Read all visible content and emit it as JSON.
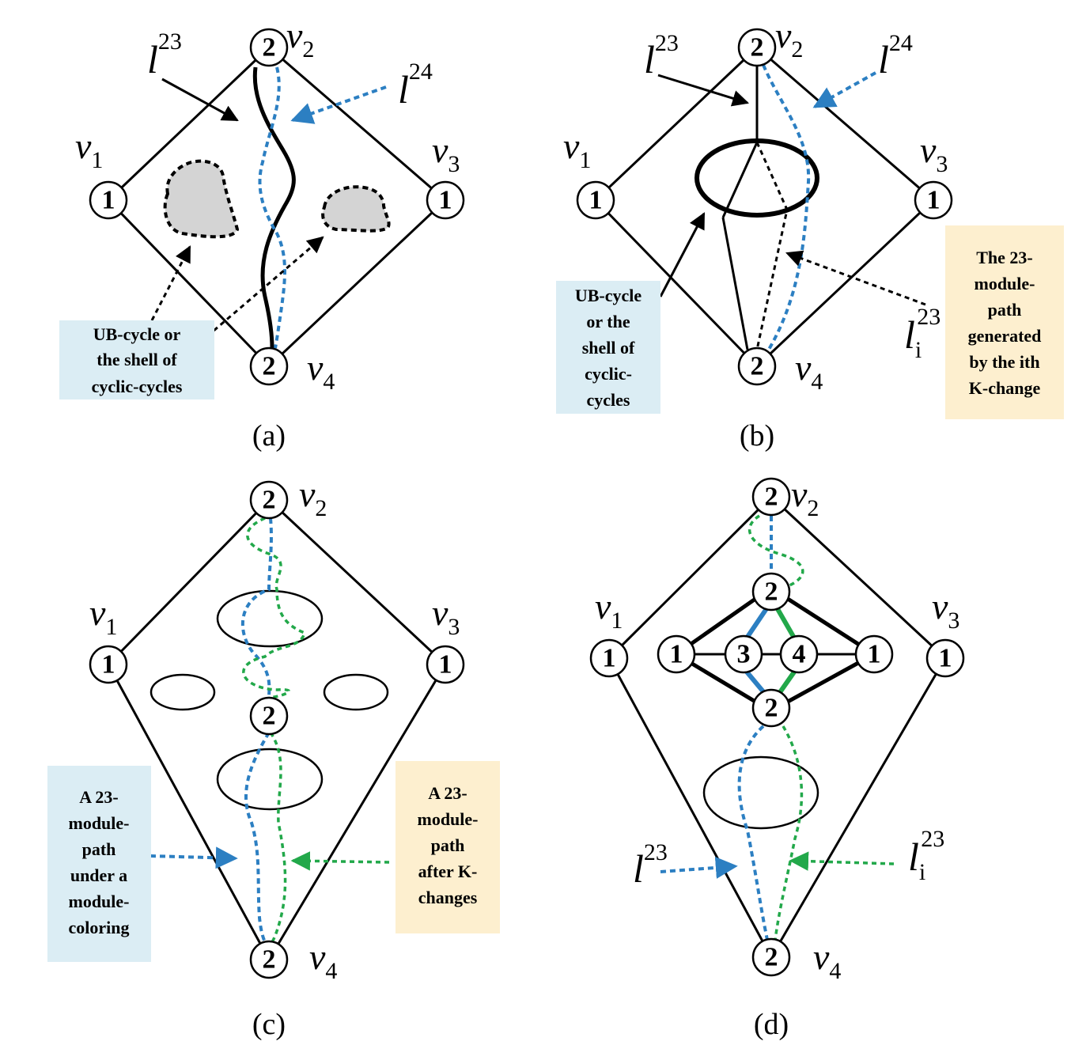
{
  "panels": {
    "a": {
      "caption": "(a)",
      "node_labels": {
        "v1": "1",
        "v2": "2",
        "v3": "1",
        "v4": "2"
      },
      "label_l23": {
        "base": "l",
        "sup": "23"
      },
      "label_l24": {
        "base": "l",
        "sup": "24"
      },
      "box_lines": [
        "UB-cycle or",
        "the shell of",
        "cyclic-cycles"
      ]
    },
    "b": {
      "caption": "(b)",
      "node_labels": {
        "v1": "1",
        "v2": "2",
        "v3": "1",
        "v4": "2"
      },
      "label_l23": {
        "base": "l",
        "sup": "23"
      },
      "label_l24": {
        "base": "l",
        "sup": "24"
      },
      "label_li23": {
        "base": "l",
        "sub": "i",
        "sup": "23"
      },
      "left_box_lines": [
        "UB-cycle",
        "or the",
        "shell of",
        "cyclic-",
        "cycles"
      ],
      "right_box_lines": [
        "The 23-",
        "module-",
        "path",
        "generated",
        "by the ith",
        "K-change"
      ]
    },
    "c": {
      "caption": "(c)",
      "node_labels": {
        "v1": "1",
        "v2": "2",
        "v3": "1",
        "v4": "2",
        "mid": "2"
      },
      "left_box_lines": [
        "A 23-",
        "module-",
        "path",
        "under a",
        "module-",
        "coloring"
      ],
      "right_box_lines": [
        "A 23-",
        "module-",
        "path",
        "after K-",
        "changes"
      ]
    },
    "d": {
      "caption": "(d)",
      "node_labels": {
        "v1": "1",
        "v2": "2",
        "v3": "1",
        "v4": "2",
        "top": "2",
        "bottom": "2",
        "left": "1",
        "right": "1",
        "c3": "3",
        "c4": "4"
      },
      "label_l23": {
        "base": "l",
        "sup": "23"
      },
      "label_li23": {
        "base": "l",
        "sub": "i",
        "sup": "23"
      }
    }
  },
  "vertex_names": {
    "v1": {
      "base": "v",
      "sub": "1"
    },
    "v2": {
      "base": "v",
      "sub": "2"
    },
    "v3": {
      "base": "v",
      "sub": "3"
    },
    "v4": {
      "base": "v",
      "sub": "4"
    }
  },
  "colors": {
    "blue": "#2c7fc2",
    "green": "#22a84a",
    "blue_box": "#dbedf4",
    "yellow_box": "#fdefcf",
    "gray_fill": "#d4d4d4"
  }
}
